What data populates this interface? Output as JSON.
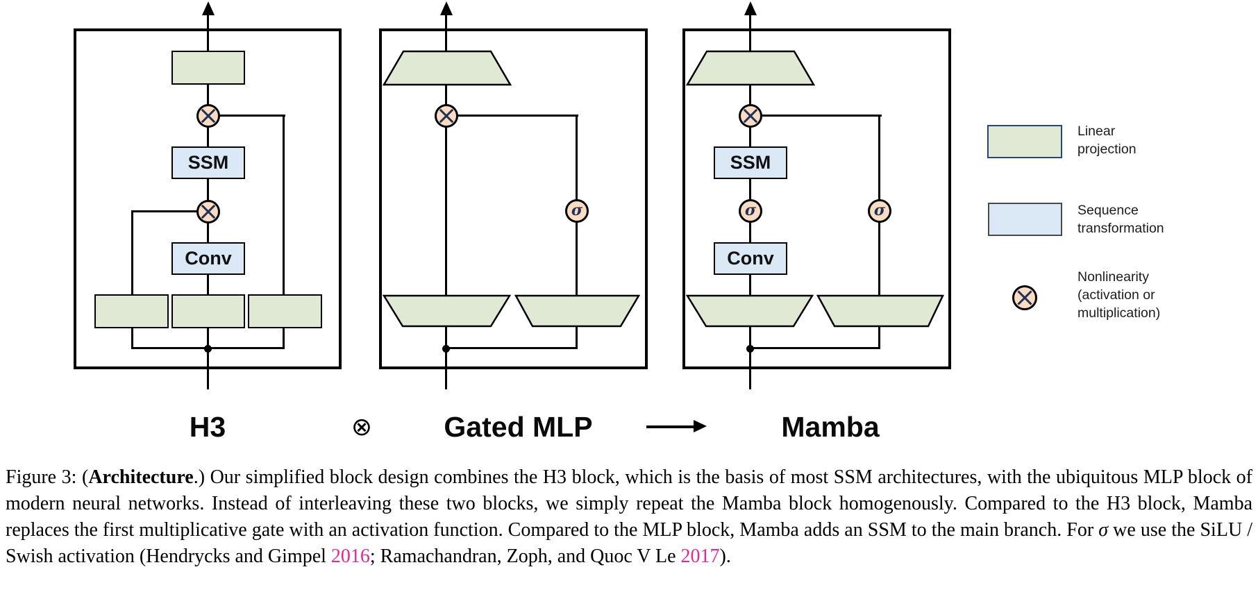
{
  "figure": {
    "block_labels": {
      "h3": "H3",
      "gated_mlp": "Gated MLP",
      "mamba": "Mamba"
    },
    "compose_symbol": "⊗",
    "arrow_symbol": "⟶",
    "node_labels": {
      "ssm": "SSM",
      "conv": "Conv",
      "sigma": "σ"
    }
  },
  "legend": {
    "items": [
      {
        "swatch": "linear-projection-swatch",
        "lines": [
          "Linear",
          "projection"
        ]
      },
      {
        "swatch": "sequence-transformation-swatch",
        "lines": [
          "Sequence",
          "transformation"
        ]
      },
      {
        "swatch": "nonlinearity-circle",
        "lines": [
          "Nonlinearity",
          "(activation or",
          "multiplication)"
        ]
      }
    ]
  },
  "caption": {
    "parts": [
      {
        "style": "normal",
        "text": "Figure 3: ("
      },
      {
        "style": "bold",
        "text": "Architecture"
      },
      {
        "style": "normal",
        "text": ".) Our simplified block design combines the H3 block, which is the basis of most SSM architectures, with the ubiquitous MLP block of modern neural networks. Instead of interleaving these two blocks, we simply repeat the Mamba block homogenously. Compared to the H3 block, Mamba replaces the first multiplicative gate with an activation function. Compared to the MLP block, Mamba adds an SSM to the main branch. For "
      },
      {
        "style": "italic",
        "text": "σ"
      },
      {
        "style": "normal",
        "text": " we use the SiLU / Swish activation (Hendrycks and Gimpel "
      },
      {
        "style": "link",
        "text": "2016"
      },
      {
        "style": "normal",
        "text": "; Ramachandran, Zoph, and Quoc V Le "
      },
      {
        "style": "link",
        "text": "2017"
      },
      {
        "style": "normal",
        "text": ")."
      }
    ]
  },
  "colors": {
    "linear_projection_fill": "#dfe9d3",
    "sequence_transformation_fill": "#dbe9f6",
    "nonlinearity_fill": "#fadcc3",
    "nonlinearity_glyph": "#1f3256",
    "legend_green_border": "#24457e",
    "citation_link": "#e6298f",
    "line": "#000000"
  }
}
